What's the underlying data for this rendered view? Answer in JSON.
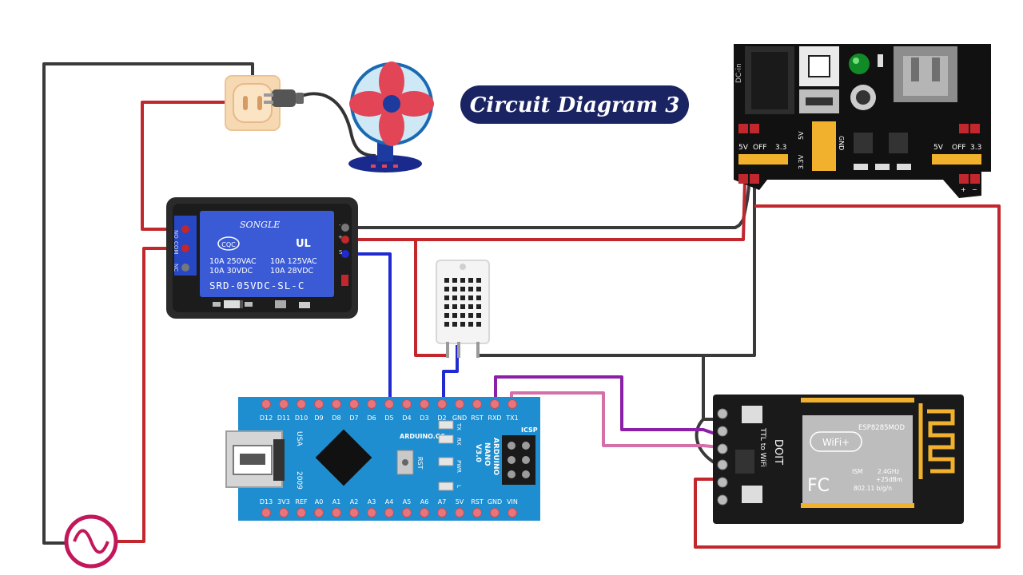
{
  "title": "Circuit Diagram 3",
  "relay": {
    "brand": "SONGLE",
    "cert_left": "CQC",
    "cert_right": "UL",
    "rating_line1_left": "10A 250VAC",
    "rating_line2_left": "10A  30VDC",
    "rating_line1_right": "10A 125VAC",
    "rating_line2_right": "10A  28VDC",
    "model": "SRD-05VDC-SL-C",
    "term_no": "NO",
    "term_com": "COM",
    "term_nc": "NC",
    "pin_minus": "-",
    "pin_plus": "+",
    "pin_signal": "S"
  },
  "power_module": {
    "dcin": "DC-in",
    "left_5v": "5V",
    "left_off": "OFF",
    "left_33": "3.3",
    "right_5v": "5V",
    "right_off": "OFF",
    "right_33": "3.3",
    "mid_5v": "5V",
    "mid_33": "3.3V",
    "mid_gnd": "GND",
    "plus": "+",
    "minus": "−"
  },
  "arduino": {
    "top_pins": [
      "D12",
      "D11",
      "D10",
      "D9",
      "D8",
      "D7",
      "D6",
      "D5",
      "D4",
      "D3",
      "D2",
      "GND",
      "RST",
      "RXD",
      "TX1"
    ],
    "bottom_pins": [
      "D13",
      "3V3",
      "REF",
      "A0",
      "A1",
      "A2",
      "A3",
      "A4",
      "A5",
      "A6",
      "A7",
      "5V",
      "RST",
      "GND",
      "VIN"
    ],
    "brand": "ARDUINO.CC",
    "name1": "ARDUINO",
    "name2": "NANO",
    "name3": "V3.0",
    "usa": "USA",
    "year": "2009",
    "rst": "RST",
    "led_tx": "TX",
    "led_rx": "RX",
    "led_pwr": "PWR",
    "led_l": "L",
    "icsp": "ICSP"
  },
  "esp": {
    "module": "ESP8285MOD",
    "wifi": "WiFi+",
    "fc": "FC",
    "ism": "ISM",
    "freq": "2.4GHz",
    "power": "+25dBm",
    "std": "802.11 b/g/n",
    "ttl": "TTL to WiFi",
    "doit": "DOIT"
  },
  "colors": {
    "wire_red": "#c1272d",
    "wire_black": "#3a3a3a",
    "wire_blue": "#1f2bd1",
    "wire_purple": "#8b1fa8",
    "wire_pink": "#d46fa8",
    "relay_blue": "#3b5bd6",
    "arduino_blue": "#1e8ed0",
    "title_navy": "#1b2462",
    "ac_source": "#c2185b"
  }
}
